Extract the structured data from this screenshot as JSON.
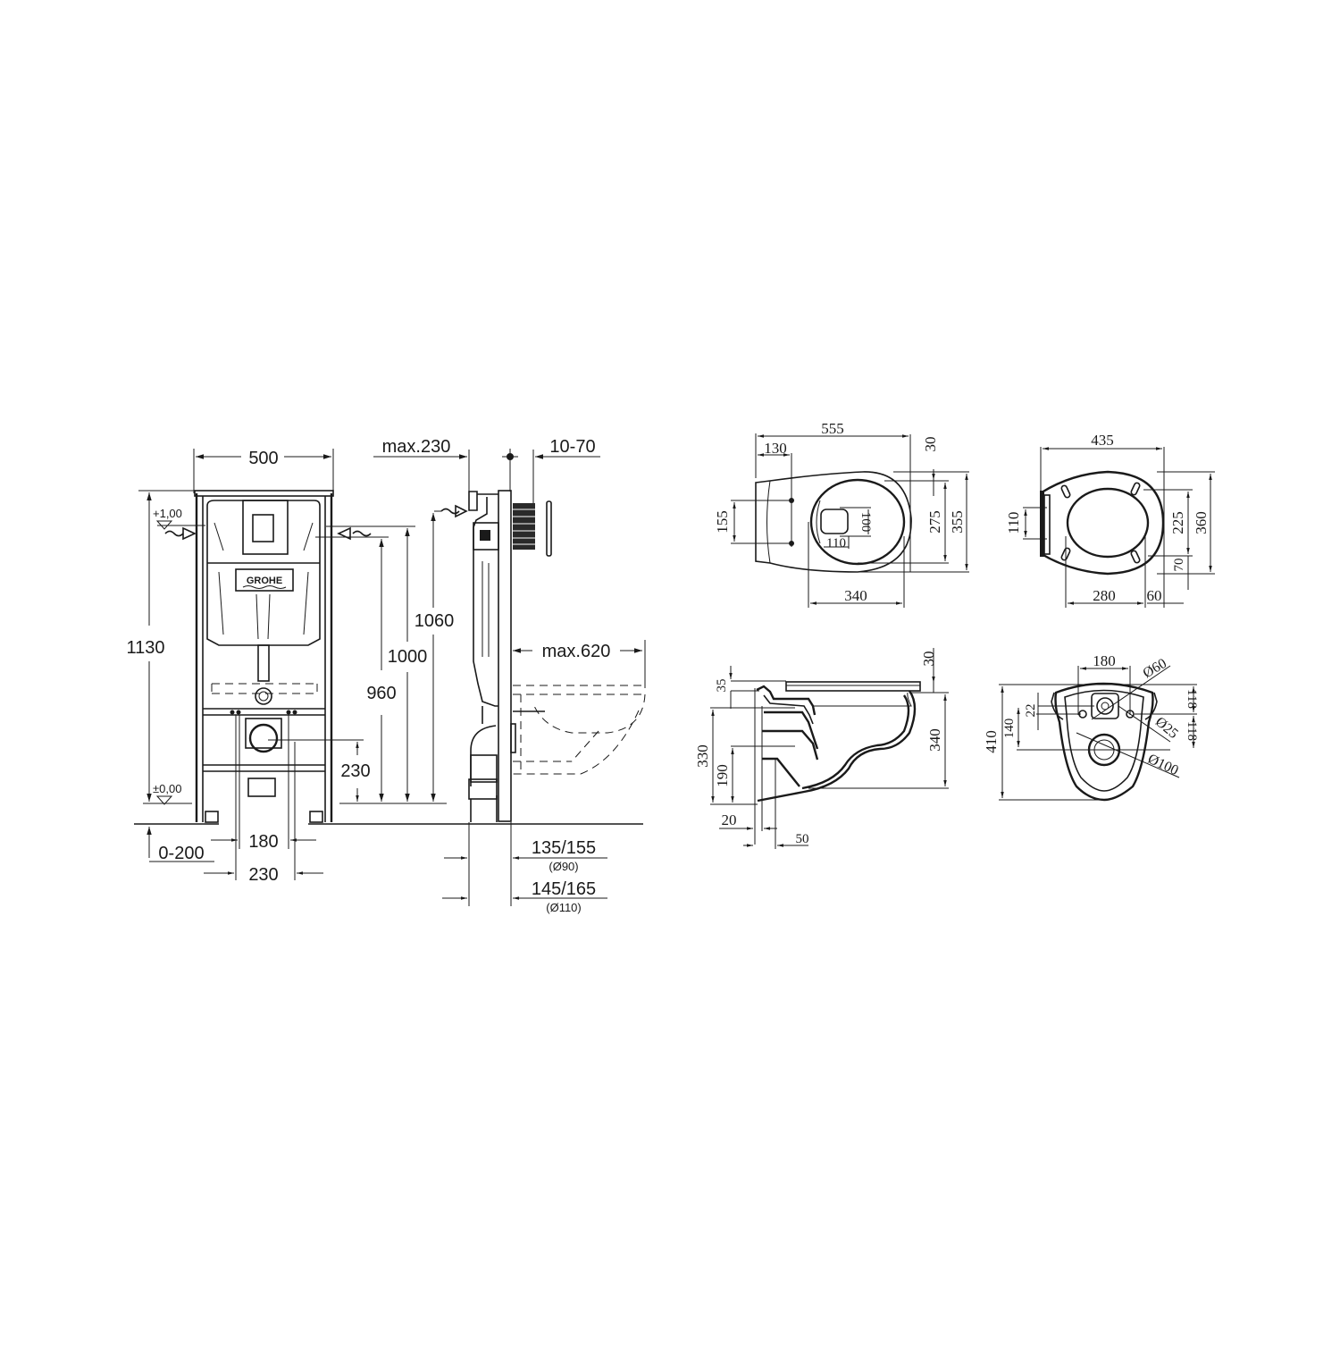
{
  "drawing": {
    "brand_logo": "GROHE",
    "frame_front_view": {
      "width": "500",
      "height_total": "1130",
      "level_top": "+1,00",
      "level_floor": "±0,00",
      "floor_offset": "0-200",
      "bolt_spacing_inner": "180",
      "bolt_spacing_outer": "230",
      "drain_height": "230",
      "height_960": "960",
      "height_1000": "1000",
      "height_1060": "1060"
    },
    "frame_side_view": {
      "max_depth_top": "max.230",
      "button_depth": "10-70",
      "max_projection": "max.620",
      "drain_offset_90": "135/155",
      "drain_dia_90": "(Ø90)",
      "drain_offset_110": "145/165",
      "drain_dia_110": "(Ø110)"
    },
    "bowl_top_view": {
      "length": "555",
      "hole_offset": "130",
      "top_margin": "30",
      "hole_spacing": "155",
      "inner_height": "100",
      "inner_width": "110",
      "rim_275": "275",
      "width_355": "355",
      "rim_length": "340"
    },
    "seat_top_view": {
      "length": "435",
      "hinge_spacing": "110",
      "inner_225": "225",
      "width_360": "360",
      "rear_70": "70",
      "opening_280": "280",
      "front_60": "60"
    },
    "bowl_side_section": {
      "top_30": "30",
      "seat_35": "35",
      "height_330": "330",
      "height_340": "340",
      "outlet_190": "190",
      "wall_20": "20",
      "outlet_50": "50"
    },
    "bowl_rear_view": {
      "bolt_spacing": "180",
      "inlet_dia": "Ø60",
      "bolt_dia": "Ø25",
      "outlet_dia": "Ø100",
      "offset_22": "22",
      "height_140": "140",
      "height_410": "410",
      "upper_118": "118",
      "lower_118": "118"
    }
  }
}
